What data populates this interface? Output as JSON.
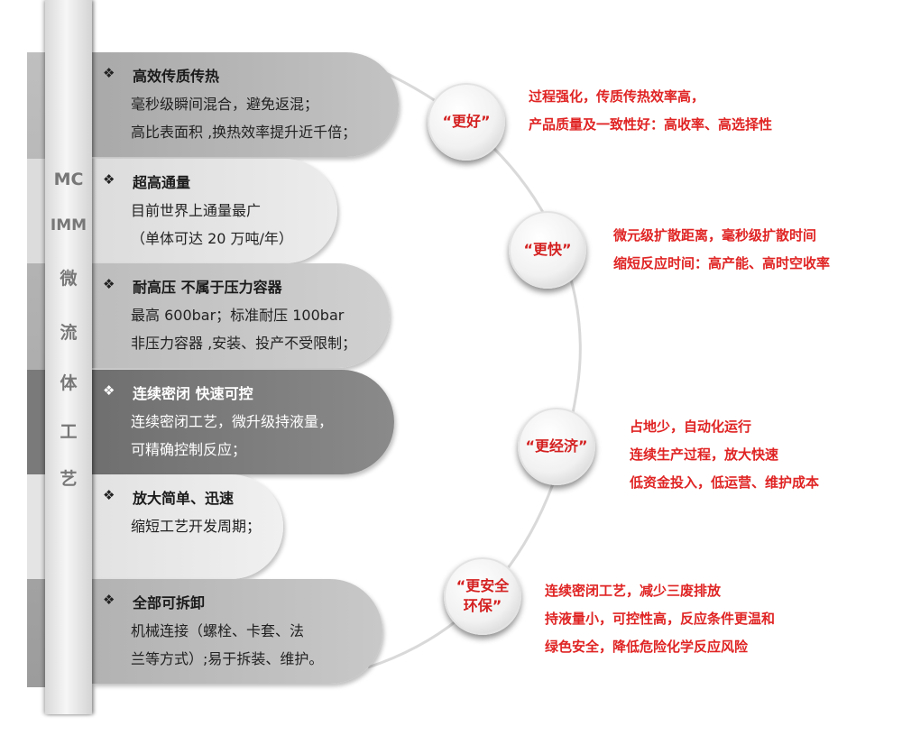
{
  "side_title": [
    "MC",
    "IMM",
    "微",
    "流",
    "体",
    "工",
    "艺"
  ],
  "features": [
    {
      "title": "高效传质传热",
      "lines": [
        "毫秒级瞬间混合，避免返混；",
        "高比表面积 ,换热效率提升近千倍；"
      ]
    },
    {
      "title": "超高通量",
      "lines": [
        "目前世界上通量最广",
        "（单体可达 20 万吨/年）"
      ]
    },
    {
      "title": "耐高压  不属于压力容器",
      "lines": [
        "最高 600bar；标准耐压 100bar",
        "非压力容器 ,安装、投产不受限制；"
      ]
    },
    {
      "title": "连续密闭  快速可控",
      "lines": [
        "连续密闭工艺，微升级持液量，",
        "可精确控制反应；"
      ]
    },
    {
      "title": "放大简单、迅速",
      "lines": [
        "缩短工艺开发周期；"
      ]
    },
    {
      "title": "全部可拆卸",
      "lines": [
        "机械连接（螺栓、卡套、法",
        "兰等方式）;易于拆装、维护。"
      ]
    }
  ],
  "bullet_symbol": "❖",
  "benefits": [
    {
      "label": "“更好”",
      "desc": [
        "过程强化，传质传热效率高，",
        "产品质量及一致性好：高收率、高选择性"
      ]
    },
    {
      "label": "“更快”",
      "desc": [
        "微元级扩散距离，毫秒级扩散时间",
        "缩短反应时间：高产能、高时空收率"
      ]
    },
    {
      "label": "“更经济”",
      "desc": [
        "占地少，自动化运行",
        "连续生产过程，放大快速",
        "低资金投入，低运营、维护成本"
      ]
    },
    {
      "label": "“更安全环保”",
      "label_lines": [
        "“更安全",
        "环保”"
      ],
      "desc": [
        "连续密闭工艺，减少三废排放",
        "持液量小，可控性高，反应条件更温和",
        "绿色安全，降低危险化学反应风险"
      ]
    }
  ],
  "colors": {
    "accent_red": "#e02424",
    "badge_text": "#d42020"
  }
}
